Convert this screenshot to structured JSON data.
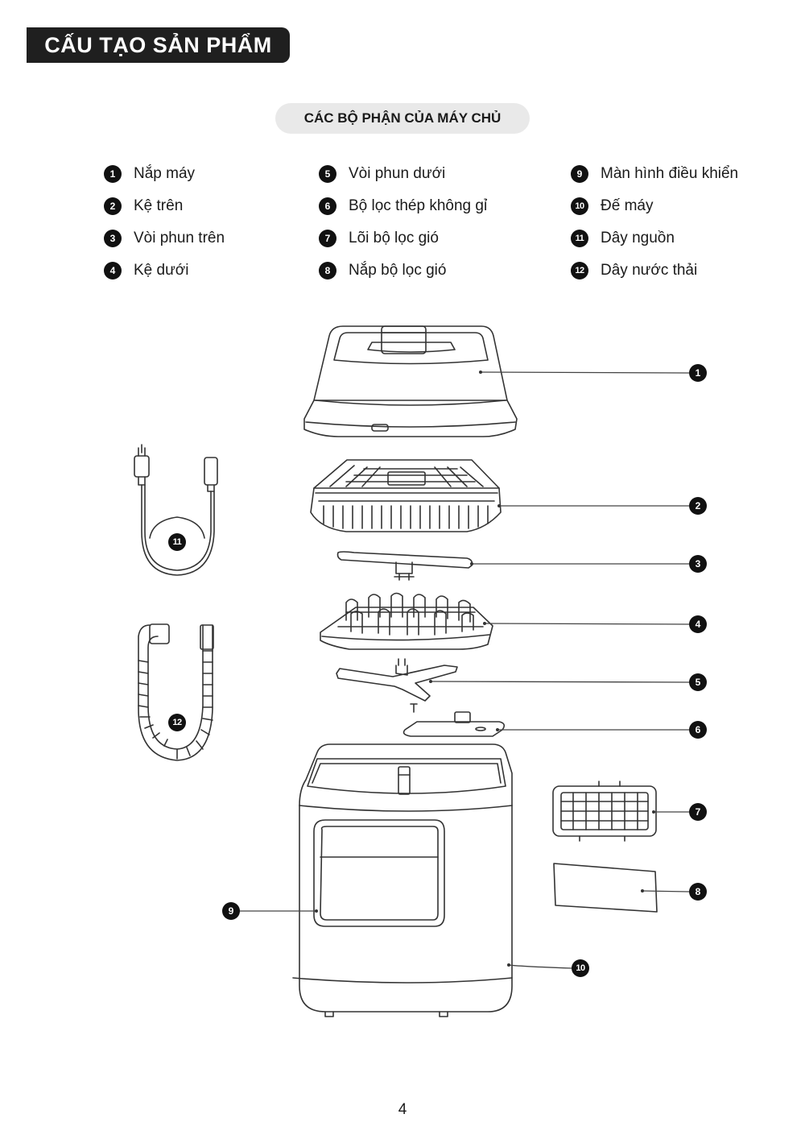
{
  "header": {
    "title": "CẤU TẠO SẢN PHẨM"
  },
  "subtitle": "CÁC BỘ PHẬN CỦA MÁY CHỦ",
  "parts": [
    {
      "num": "1",
      "label": "Nắp máy"
    },
    {
      "num": "2",
      "label": "Kệ trên"
    },
    {
      "num": "3",
      "label": "Vòi phun trên"
    },
    {
      "num": "4",
      "label": "Kệ dưới"
    },
    {
      "num": "5",
      "label": "Vòi phun dưới"
    },
    {
      "num": "6",
      "label": "Bộ lọc thép không gỉ"
    },
    {
      "num": "7",
      "label": "Lõi bộ lọc gió"
    },
    {
      "num": "8",
      "label": "Nắp bộ lọc gió"
    },
    {
      "num": "9",
      "label": "Màn hình điều khiển"
    },
    {
      "num": "10",
      "label": "Đế máy"
    },
    {
      "num": "11",
      "label": "Dây nguồn"
    },
    {
      "num": "12",
      "label": "Dây nước thải"
    }
  ],
  "page_number": "4"
}
